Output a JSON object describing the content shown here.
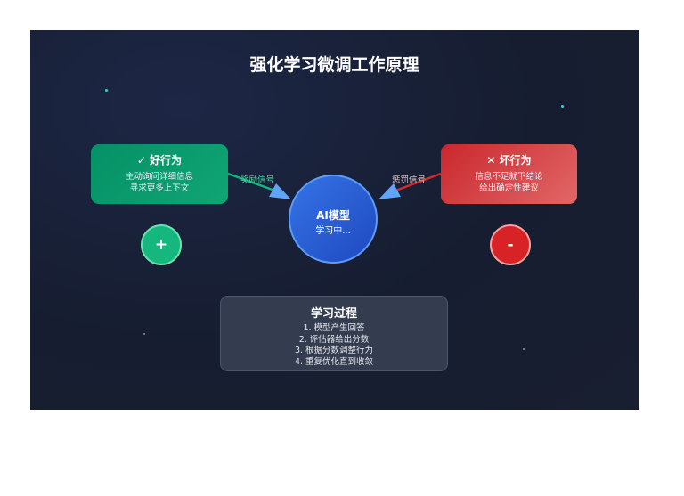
{
  "title": "强化学习微调工作原理",
  "good": {
    "heading": "✓ 好行为",
    "lines": [
      "主动询问详细信息",
      "寻求更多上下文"
    ],
    "sign": "+",
    "color": "#10a574"
  },
  "bad": {
    "heading": "✕ 坏行为",
    "lines": [
      "信息不足就下结论",
      "给出确定性建议"
    ],
    "sign": "-",
    "color": "#d72325"
  },
  "model": {
    "name": "AI模型",
    "status": "学习中..."
  },
  "reward_label": "奖励信号",
  "penalty_label": "惩罚信号",
  "process": {
    "title": "学习过程",
    "steps": [
      "1. 模型产生回答",
      "2. 评估器给出分数",
      "3. 根据分数调整行为",
      "4. 重复优化直到收敛"
    ]
  }
}
